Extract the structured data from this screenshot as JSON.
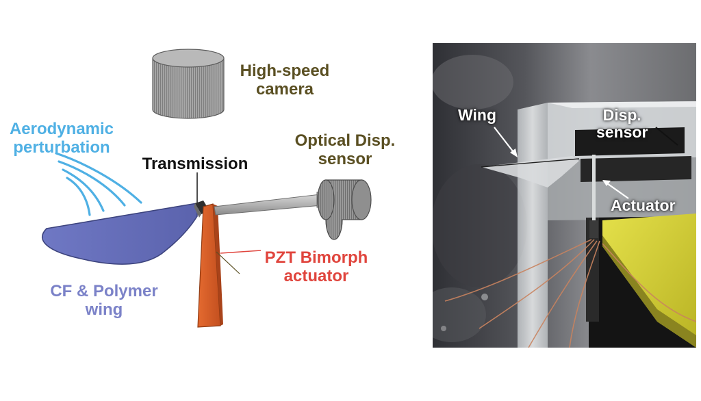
{
  "colors": {
    "camera_label": "#5a4f22",
    "aero_label": "#4fb0e4",
    "transmission_label": "#111111",
    "disp_label": "#5a4f22",
    "pzt_label": "#e0453d",
    "wing_label": "#7b82c8",
    "wing_fill": "#6f78c4",
    "actuator_fill": "#d9602a",
    "airflow_stroke": "#4fb0e4",
    "camera_fill": "#9a9a9a"
  },
  "schematic": {
    "camera_label": [
      "High-speed",
      "camera"
    ],
    "aero_label": [
      "Aerodynamic",
      "perturbation"
    ],
    "transmission_label": [
      "Transmission"
    ],
    "disp_sensor_label": [
      "Optical Disp.",
      "sensor"
    ],
    "pzt_label": [
      "PZT Bimorph",
      "actuator"
    ],
    "wing_label": [
      "CF & Polymer",
      "wing"
    ]
  },
  "photo": {
    "wing_label": "Wing",
    "disp_label": [
      "Disp.",
      "sensor"
    ],
    "actuator_label": "Actuator"
  }
}
